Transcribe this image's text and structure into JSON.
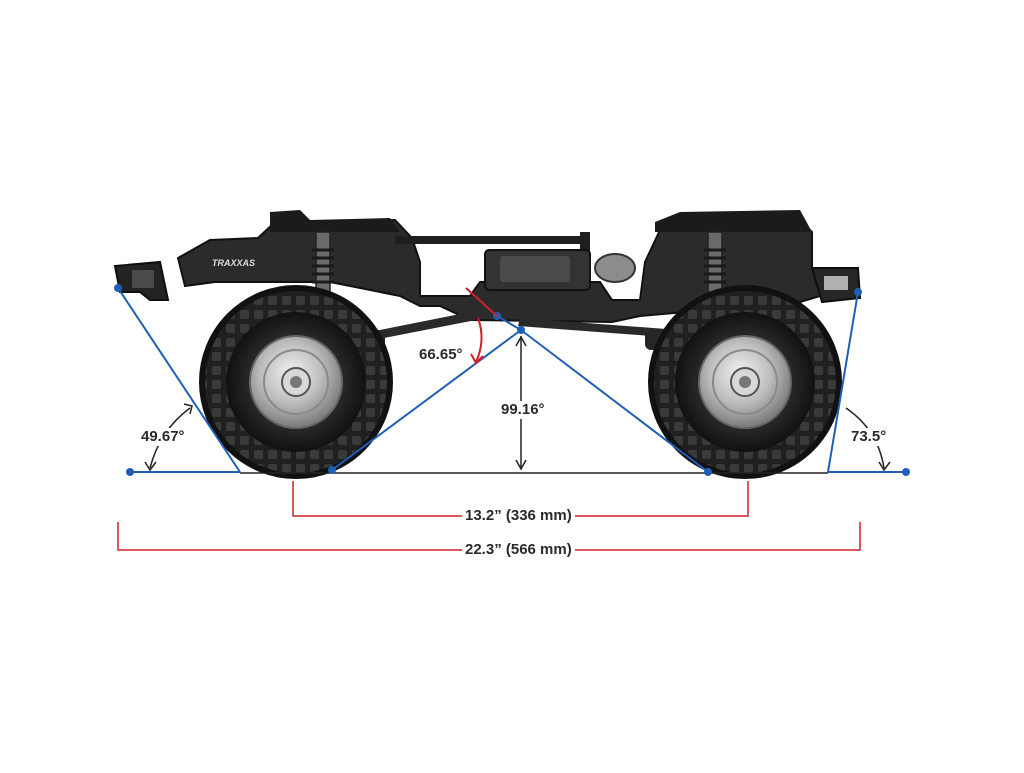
{
  "labels": {
    "breakover_angle": "66.65°",
    "ground_clearance": "99.16°",
    "approach_angle": "49.67°",
    "departure_angle": "73.5°",
    "wheelbase": "13.2” (336 mm)",
    "overall_length": "22.3” (566 mm)"
  },
  "brand_mark": "TRAXXAS",
  "colors": {
    "measure_blue": "#1f5fb5",
    "dimension_red": "#d0202a",
    "ground_line": "#222222",
    "label_text": "#2a2a2a"
  }
}
